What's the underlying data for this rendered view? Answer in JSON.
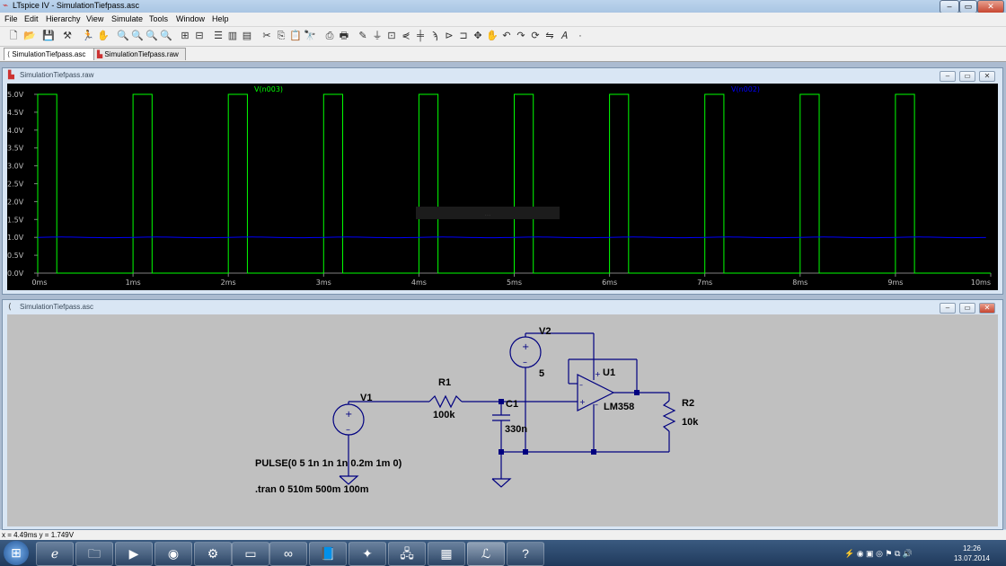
{
  "window": {
    "title": "LTspice IV - SimulationTiefpass.asc",
    "minimize": "–",
    "maximize": "▭",
    "close": "✕"
  },
  "menu": [
    "File",
    "Edit",
    "Hierarchy",
    "View",
    "Simulate",
    "Tools",
    "Window",
    "Help"
  ],
  "tabs": [
    {
      "label": "SimulationTiefpass.asc",
      "active": true
    },
    {
      "label": "SimulationTiefpass.raw",
      "active": false
    }
  ],
  "plot_window": {
    "title": "SimulationTiefpass.raw",
    "traces": [
      {
        "label": "V(n003)",
        "color": "#00ff00"
      },
      {
        "label": "V(n002)",
        "color": "#0000ff"
      }
    ],
    "y_ticks": [
      "5.0V",
      "4.5V",
      "4.0V",
      "3.5V",
      "3.0V",
      "2.5V",
      "2.0V",
      "1.5V",
      "1.0V",
      "0.5V",
      "0.0V"
    ],
    "x_ticks": [
      "0ms",
      "1ms",
      "2ms",
      "3ms",
      "4ms",
      "5ms",
      "6ms",
      "7ms",
      "8ms",
      "9ms",
      "10ms"
    ],
    "center_note": "...",
    "pulse": {
      "period_ms": 1,
      "width_ms": 0.2,
      "high_v": 5
    },
    "filtered_level_v": 1.0,
    "x_range_ms": [
      0,
      10
    ],
    "y_range_v": [
      0,
      5
    ]
  },
  "schematic_window": {
    "title": "SimulationTiefpass.asc",
    "labels": {
      "v1": "V1",
      "v2": "V2",
      "v2_value": "5",
      "r1": "R1",
      "r1_value": "100k",
      "c1": "C1",
      "c1_value": "330n",
      "u1": "U1",
      "u1_model": "LM358",
      "r2": "R2",
      "r2_value": "10k",
      "pulse": "PULSE(0 5 1n 1n 1n 0.2m 1m 0)",
      "tran": ".tran 0 510m 500m 100m"
    },
    "wire_color": "#000080"
  },
  "status": {
    "text": "x = 4.49ms   y = 1.749V"
  },
  "taskbar": {
    "time": "12:26",
    "date": "13.07.2014"
  }
}
